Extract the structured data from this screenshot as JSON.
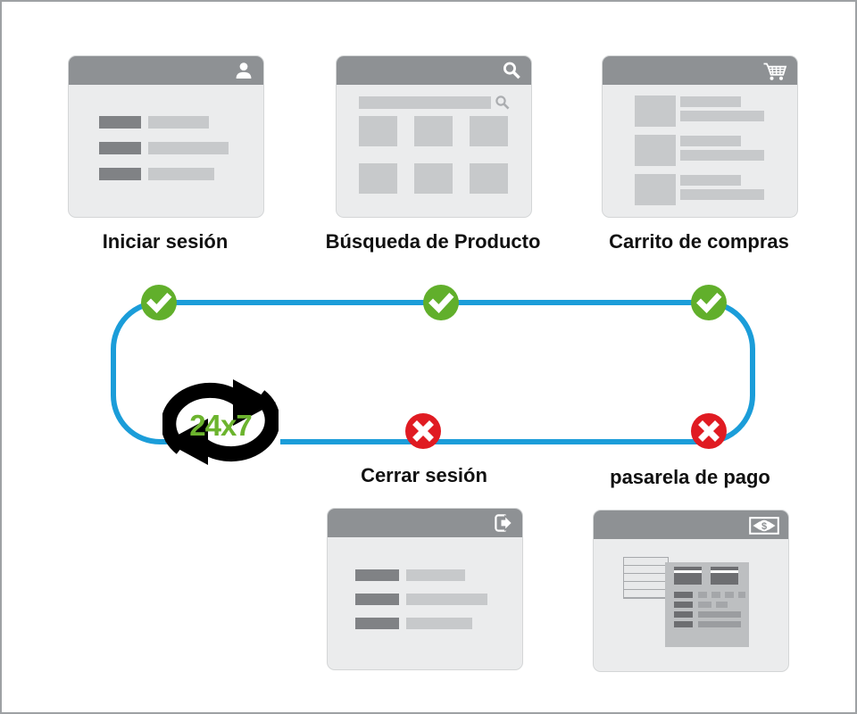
{
  "diagram_title": "",
  "steps": [
    {
      "id": "login",
      "label": "Iniciar sesión",
      "icon": "user-icon",
      "status": "success"
    },
    {
      "id": "product-search",
      "label": "Búsqueda de Producto",
      "icon": "search-icon",
      "status": "success"
    },
    {
      "id": "shopping-cart",
      "label": "Carrito de compras",
      "icon": "cart-icon",
      "status": "success"
    },
    {
      "id": "logout",
      "label": "Cerrar sesión",
      "icon": "logout-icon",
      "status": "fail"
    },
    {
      "id": "payment-gateway",
      "label": "pasarela de pago",
      "icon": "money-icon",
      "status": "fail"
    }
  ],
  "loop": {
    "badge": "24x7",
    "checkpoints": [
      {
        "step": "login",
        "status": "success"
      },
      {
        "step": "product-search",
        "status": "success"
      },
      {
        "step": "shopping-cart",
        "status": "success"
      },
      {
        "step": "logout",
        "status": "fail"
      },
      {
        "step": "payment-gateway",
        "status": "fail"
      }
    ]
  },
  "icons": {
    "dollar_glyph": "$"
  },
  "colors": {
    "loop_blue": "#1B9DD9",
    "check_green": "#61AF2B",
    "cross_red": "#E01B22",
    "badge_green": "#6CB42E",
    "header_gray": "#8E9194",
    "body_gray": "#EBECED",
    "bar_dark": "#808285",
    "bar_light": "#C7C9CB",
    "panel_gray": "#BDBFC1",
    "card_dark": "#6D6E71",
    "arrow_black": "#000000"
  }
}
